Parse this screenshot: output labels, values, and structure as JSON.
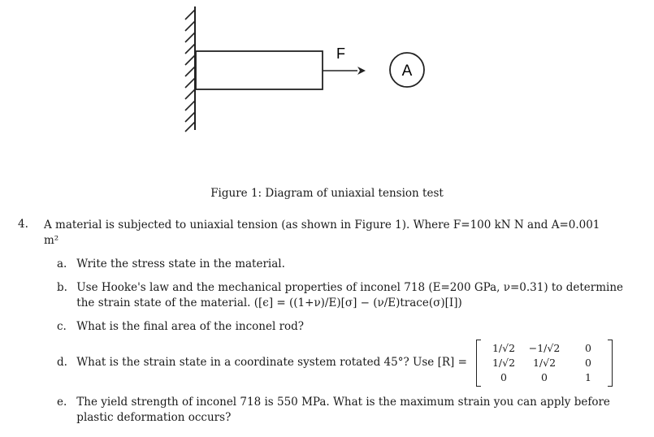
{
  "figure": {
    "force_label": "F",
    "point_label": "A",
    "caption": "Figure 1: Diagram of uniaxial tension test"
  },
  "question": {
    "number": "4.",
    "text_line1": "A material is subjected to uniaxial tension (as shown in Figure 1). Where F=100 kN N and A=0.001",
    "text_line2": "m²"
  },
  "parts": {
    "a": {
      "label": "a.",
      "text": "Write the stress state in the material."
    },
    "b": {
      "label": "b.",
      "text1": "Use Hooke's law and the mechanical properties of inconel 718 (E=200 GPa, ν=0.31) to determine",
      "text2": "the strain state of the material. ([ϵ] = ((1+ν)/E)[σ] − (ν/E)trace(σ)[I])"
    },
    "c": {
      "label": "c.",
      "text": "What is the final area of the inconel rod?"
    },
    "d": {
      "label": "d.",
      "text": "What is the strain state in a coordinate system rotated 45°? Use [R] =",
      "matrix": [
        [
          "1/√2",
          "−1/√2",
          "0"
        ],
        [
          "1/√2",
          "1/√2",
          "0"
        ],
        [
          "0",
          "0",
          "1"
        ]
      ]
    },
    "e": {
      "label": "e.",
      "text1": "The yield strength of inconel 718 is 550 MPa. What is the maximum strain you can apply before",
      "text2": "plastic deformation occurs?"
    }
  }
}
